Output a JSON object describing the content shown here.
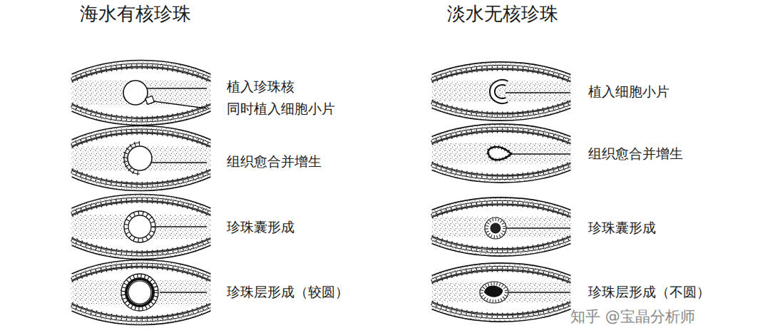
{
  "diagram": {
    "labels": [
      "海水有核珍珠",
      "淡水无核珍珠",
      "植入珍珠核",
      "同时植入细胞小片",
      "组织愈合并增生",
      "珍珠囊形成",
      "珍珠层形成（较圆）",
      "植入细胞小片",
      "组织愈合并增生",
      "珍珠囊形成",
      "珍珠层形成（不圆）",
      "知乎 @宝晶分析师"
    ]
  }
}
